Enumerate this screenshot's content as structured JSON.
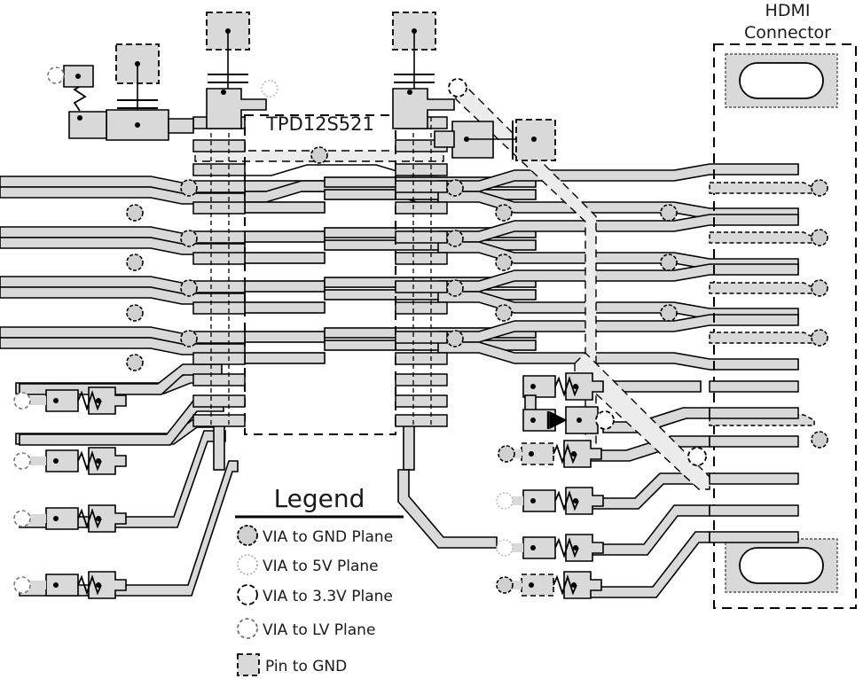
{
  "board": {
    "chip_label": "TPD12S521",
    "connector_label_line1": "HDMI",
    "connector_label_line2": "Connector",
    "colors": {
      "copper_fill": "#d9d9d9",
      "outline": "#000000",
      "text": "#1a1a1a",
      "background": "#ffffff",
      "via_gnd_fill": "#d0d0d0"
    }
  },
  "legend": {
    "title": "Legend",
    "items": [
      {
        "symbol": "via-gnd",
        "label": "VIA to GND Plane"
      },
      {
        "symbol": "via-5v",
        "label": "VIA to 5V Plane"
      },
      {
        "symbol": "via-3v3",
        "label": "VIA to 3.3V Plane"
      },
      {
        "symbol": "via-lv",
        "label": "VIA to LV Plane"
      },
      {
        "symbol": "pin-gnd",
        "label": "Pin to GND"
      }
    ]
  },
  "diff_pairs": {
    "count": 4,
    "left_entry_y": [
      205,
      262,
      318,
      375
    ],
    "pair_spacing": 12
  },
  "components": {
    "left_resistors": 4,
    "right_resistors": 5,
    "diodes": 1,
    "capacitors": 2,
    "mounting_pads": 2
  }
}
